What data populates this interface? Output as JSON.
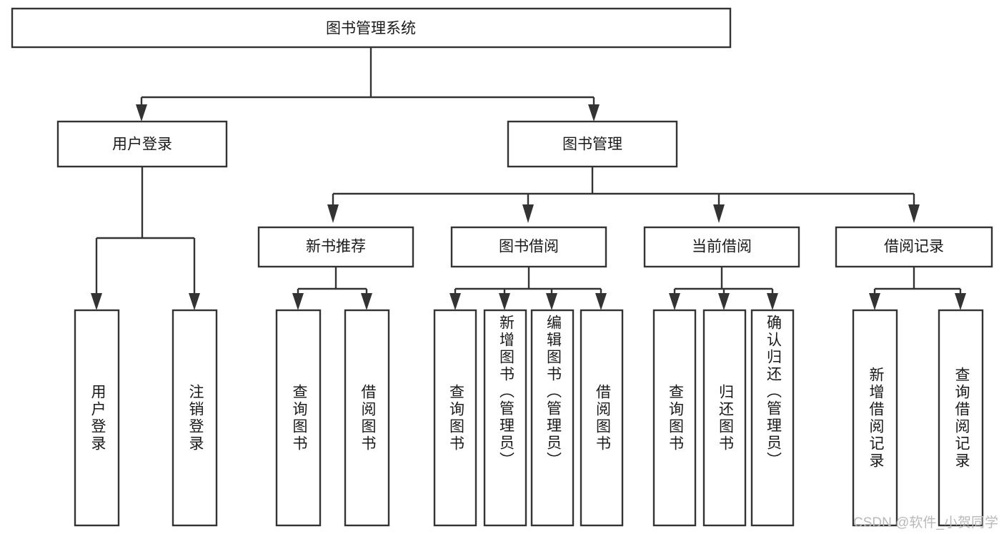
{
  "diagram": {
    "title": "图书管理系统",
    "type": "function-hierarchy-tree",
    "root": {
      "label": "图书管理系统"
    },
    "level1": [
      {
        "label": "用户登录"
      },
      {
        "label": "图书管理"
      }
    ],
    "level2": [
      {
        "label": "新书推荐"
      },
      {
        "label": "图书借阅"
      },
      {
        "label": "当前借阅"
      },
      {
        "label": "借阅记录"
      }
    ],
    "leaves": {
      "user_login": [
        {
          "label": "用户登录"
        },
        {
          "label": "注销登录"
        }
      ],
      "new_book_recommend": [
        {
          "label": "查询图书"
        },
        {
          "label": "借阅图书"
        }
      ],
      "book_borrow": [
        {
          "label": "查询图书"
        },
        {
          "label": "新增图书（管理员）"
        },
        {
          "label": "编辑图书（管理员）"
        },
        {
          "label": "借阅图书"
        }
      ],
      "current_borrow": [
        {
          "label": "查询图书"
        },
        {
          "label": "归还图书"
        },
        {
          "label": "确认归还（管理员）"
        }
      ],
      "borrow_record": [
        {
          "label": "新增借阅记录"
        },
        {
          "label": "查询借阅记录"
        }
      ]
    }
  },
  "watermark": {
    "text": "CSDN @软件_小贺同学"
  },
  "colors": {
    "stroke": "#333333",
    "box_fill": "#ffffff",
    "text": "#1a1a1a",
    "watermark": "#b9b9b9",
    "background": "#ffffff"
  }
}
